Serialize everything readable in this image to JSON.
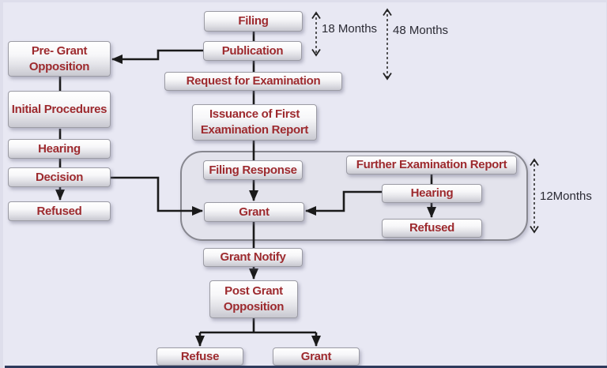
{
  "diagram": {
    "type": "flowchart",
    "subject": "Patent grant procedure flow"
  },
  "nodes": {
    "filing": "Filing",
    "publication": "Publication",
    "request_examination": "Request for Examination",
    "issuance_first_examination_report": "Issuance of First Examination Report",
    "pre_grant_opposition": "Pre- Grant Opposition",
    "initial_procedures": "Initial Procedures",
    "hearing_left": "Hearing",
    "decision": "Decision",
    "refused_left": "Refused",
    "filing_response": "Filing Response",
    "grant_main": "Grant",
    "further_examination_report": "Further Examination Report",
    "hearing_right": "Hearing",
    "refused_right": "Refused",
    "grant_notify": "Grant Notify",
    "post_grant_opposition": "Post Grant Opposition",
    "refuse_bottom": "Refuse",
    "grant_bottom": "Grant"
  },
  "annotations": {
    "months_18": "18 Months",
    "months_48": "48 Months",
    "months_12": "12Months"
  },
  "colors": {
    "page_bg": "#e8e8f3",
    "label_red": "#9d2a2e",
    "box_border": "#9b9ba4",
    "group_bg": "#e3e3ec",
    "group_border": "#87878f",
    "wire_color": "#1a1a1a",
    "ann_color": "#2a2a33",
    "bottom_bar": "#2e3a5c"
  }
}
